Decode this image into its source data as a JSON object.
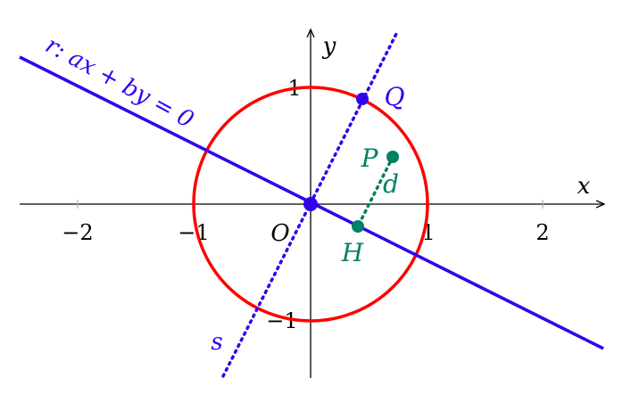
{
  "colors": {
    "axis": "#000000",
    "tick": "#b0b0b0",
    "circle": "#ff0000",
    "line": "#3300ee",
    "point_green": "#008066"
  },
  "axes": {
    "x_label": "x",
    "y_label": "y",
    "origin_label": "O",
    "x_tick_labels": [
      "−2",
      "−1",
      "1",
      "2"
    ],
    "y_tick_labels": [
      "1",
      "−1"
    ]
  },
  "lines": {
    "r_label": "r: ax + by = 0",
    "s_label": "s"
  },
  "points": {
    "Q": "Q",
    "P": "P",
    "H": "H",
    "d": "d"
  }
}
